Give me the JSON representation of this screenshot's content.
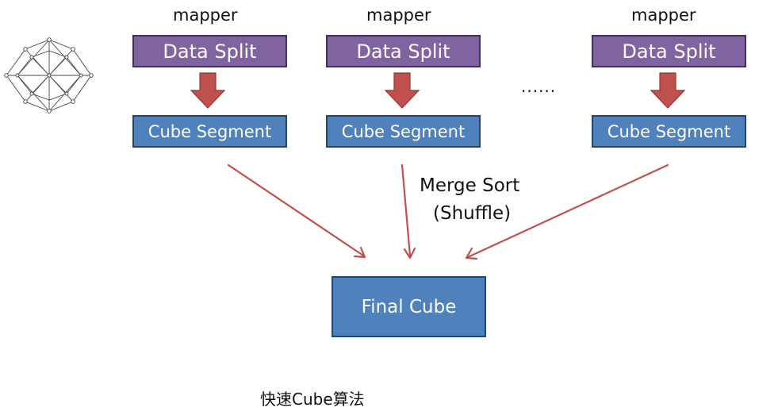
{
  "mappers": [
    {
      "heading": "mapper",
      "split": "Data Split",
      "segment": "Cube Segment"
    },
    {
      "heading": "mapper",
      "split": "Data Split",
      "segment": "Cube Segment"
    },
    {
      "heading": "mapper",
      "split": "Data Split",
      "segment": "Cube Segment"
    }
  ],
  "ellipsis": "......",
  "merge": {
    "line1": "Merge Sort",
    "line2": "(Shuffle)"
  },
  "final_label": "Final Cube",
  "caption": "快速Cube算法",
  "colors": {
    "split_fill": "#8064a2",
    "segment_fill": "#4f81bd",
    "arrow_red": "#c0504d",
    "line_red": "#c0504d"
  },
  "icons": {
    "logo": "network-cube-icon"
  }
}
